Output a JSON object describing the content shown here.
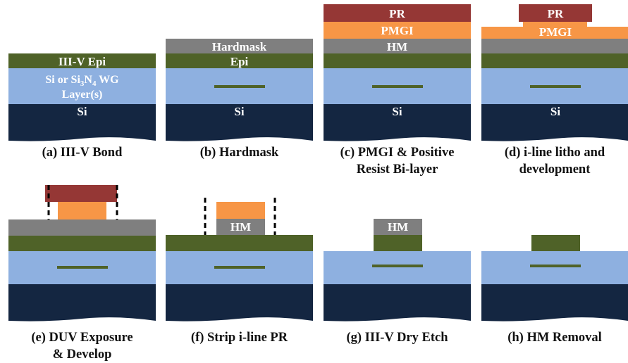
{
  "colors": {
    "si": "#142641",
    "waveguide_oxide": "#8eb0e0",
    "epi": "#4f6228",
    "hardmask": "#7f7f7f",
    "pmgi": "#f79646",
    "pr": "#953735",
    "dashed_line": "#000000",
    "text_on_layer": "#ffffff",
    "caption_text": "#111111"
  },
  "panels": {
    "a": {
      "caption_lines": [
        "(a) III-V Bond"
      ],
      "layers": {
        "epi": "III-V Epi",
        "wg_line1_prefix": "Si or Si",
        "wg_sub1": "3",
        "wg_mid": "N",
        "wg_sub2": "4",
        "wg_suffix": " WG",
        "wg_line2": "Layer(s)",
        "si": "Si"
      }
    },
    "b": {
      "caption_lines": [
        "(b) Hardmask"
      ],
      "layers": {
        "hardmask": "Hardmask",
        "epi": "Epi",
        "si": "Si"
      }
    },
    "c": {
      "caption_lines": [
        "(c) PMGI & Positive",
        "Resist Bi-layer"
      ],
      "layers": {
        "pr": "PR",
        "pmgi": "PMGI",
        "hm": "HM",
        "si": "Si"
      }
    },
    "d": {
      "caption_lines": [
        "(d) i-line litho and",
        "development"
      ],
      "layers": {
        "pr": "PR",
        "pmgi": "PMGI",
        "si": "Si"
      }
    },
    "e": {
      "caption_lines": [
        "(e) DUV Exposure",
        "& Develop"
      ],
      "layers": {}
    },
    "f": {
      "caption_lines": [
        "(f) Strip i-line PR"
      ],
      "layers": {
        "hm": "HM"
      }
    },
    "g": {
      "caption_lines": [
        "(g) III-V Dry Etch"
      ],
      "layers": {
        "hm": "HM"
      }
    },
    "h": {
      "caption_lines": [
        "(h) HM Removal"
      ],
      "layers": {}
    }
  }
}
